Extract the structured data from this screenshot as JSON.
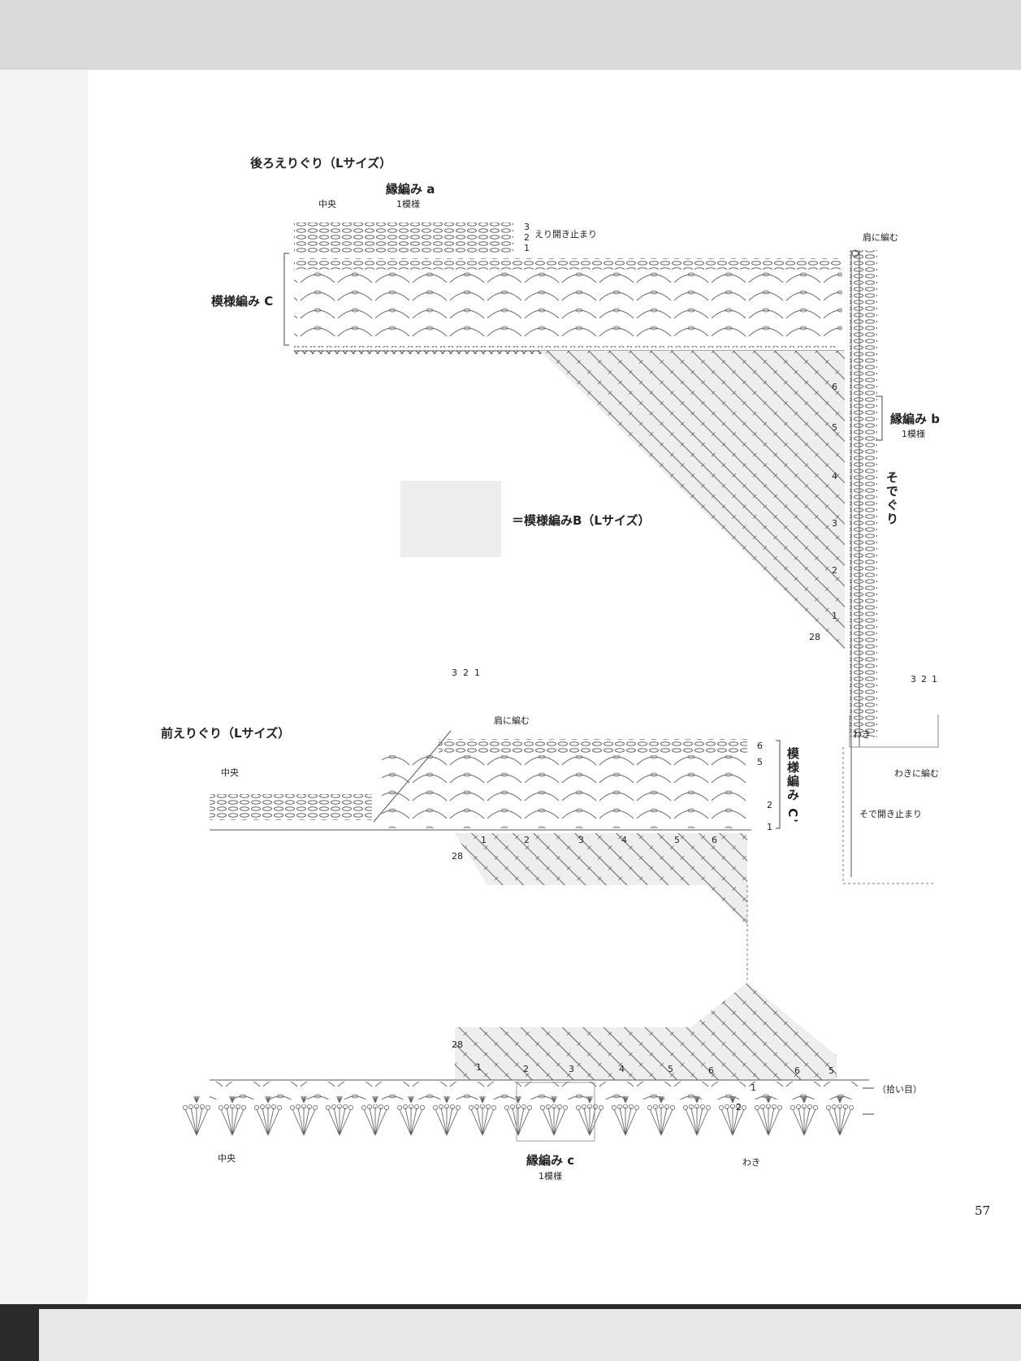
{
  "sections": {
    "back_neck": {
      "title": "後ろえりぐり（Lサイズ）",
      "center": "中央",
      "edge_a": "縁編み a",
      "edge_a_repeat": "1模様",
      "pattern_c": "模様編み C",
      "neck_stop": "えり開き止まり",
      "row_nums": [
        "3",
        "2",
        "1"
      ]
    },
    "armhole": {
      "knit_to_shoulder": "肩に編む",
      "edge_b": "縁編み b",
      "edge_b_repeat": "1模様",
      "sodeguri": "そでぐり",
      "row_nums": [
        "6",
        "5",
        "4",
        "3",
        "2",
        "1",
        "28"
      ]
    },
    "legend": {
      "text": "＝模様編みB（Lサイズ）"
    },
    "front_neck": {
      "title": "前えりぐり（Lサイズ）",
      "center": "中央",
      "knit_to_shoulder": "肩に編む",
      "pattern_c2": "模様編み C'",
      "row_nums_top": [
        "3",
        "2",
        "1"
      ],
      "right_rows": [
        "6",
        "5",
        "2",
        "1"
      ],
      "repeat_nums": [
        "1",
        "2",
        "3",
        "4",
        "5",
        "6"
      ],
      "row28": "28"
    },
    "side": {
      "waki": "わき",
      "knit_to_side": "わきに編む",
      "sleeve_stop": "そで開き止まり",
      "row_nums": [
        "3",
        "2",
        "1"
      ]
    },
    "hem": {
      "row28": "28",
      "repeat_nums": [
        "1",
        "2",
        "3",
        "4",
        "5",
        "6",
        "6",
        "5"
      ],
      "picked": "（拾い目）",
      "row1": "1",
      "row2": "2",
      "edge_c": "縁編み c",
      "edge_c_repeat": "1模様",
      "center": "中央",
      "waki": "わき"
    }
  },
  "page_number": "57"
}
